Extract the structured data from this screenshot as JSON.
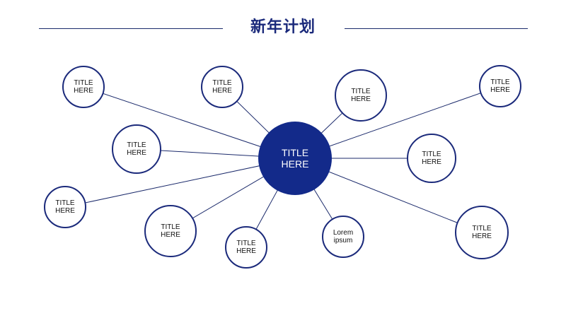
{
  "title": "新年计划",
  "colors": {
    "accent": "#132a8a",
    "line": "#1b2a6b",
    "node_border": "#1b2a7b",
    "center_text": "#ffffff"
  },
  "center": {
    "label": "TITLE\nHERE"
  },
  "nodes": [
    {
      "id": "n1",
      "label": "TITLE\nHERE"
    },
    {
      "id": "n2",
      "label": "TITLE\nHERE"
    },
    {
      "id": "n3",
      "label": "TITLE\nHERE"
    },
    {
      "id": "n4",
      "label": "TITLE\nHERE"
    },
    {
      "id": "n5",
      "label": "TITLE\nHERE"
    },
    {
      "id": "n6",
      "label": "TITLE\nHERE"
    },
    {
      "id": "n7",
      "label": "TITLE\nHERE"
    },
    {
      "id": "n8",
      "label": "TITLE\nHERE"
    },
    {
      "id": "n9",
      "label": "TITLE\nHERE"
    },
    {
      "id": "n10",
      "label": "Lorem\nipsum"
    },
    {
      "id": "n11",
      "label": "TITLE\nHERE"
    }
  ]
}
